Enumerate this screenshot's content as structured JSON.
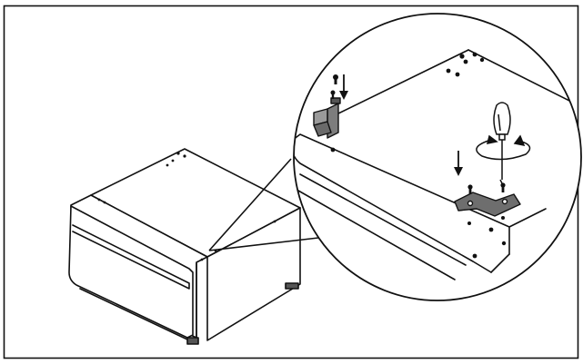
{
  "figure": {
    "style": "black line-art installation illustration",
    "colors": {
      "line": "#111111",
      "background": "#ffffff",
      "bracket_fill": "#7d7d7d",
      "plate_fill": "#6e6e6e"
    },
    "icons": [
      "pedestal-drawer",
      "magnifier-callout",
      "bracket",
      "screw",
      "screwdriver",
      "rotation-arrow",
      "down-arrow",
      "mounting-plate"
    ]
  }
}
